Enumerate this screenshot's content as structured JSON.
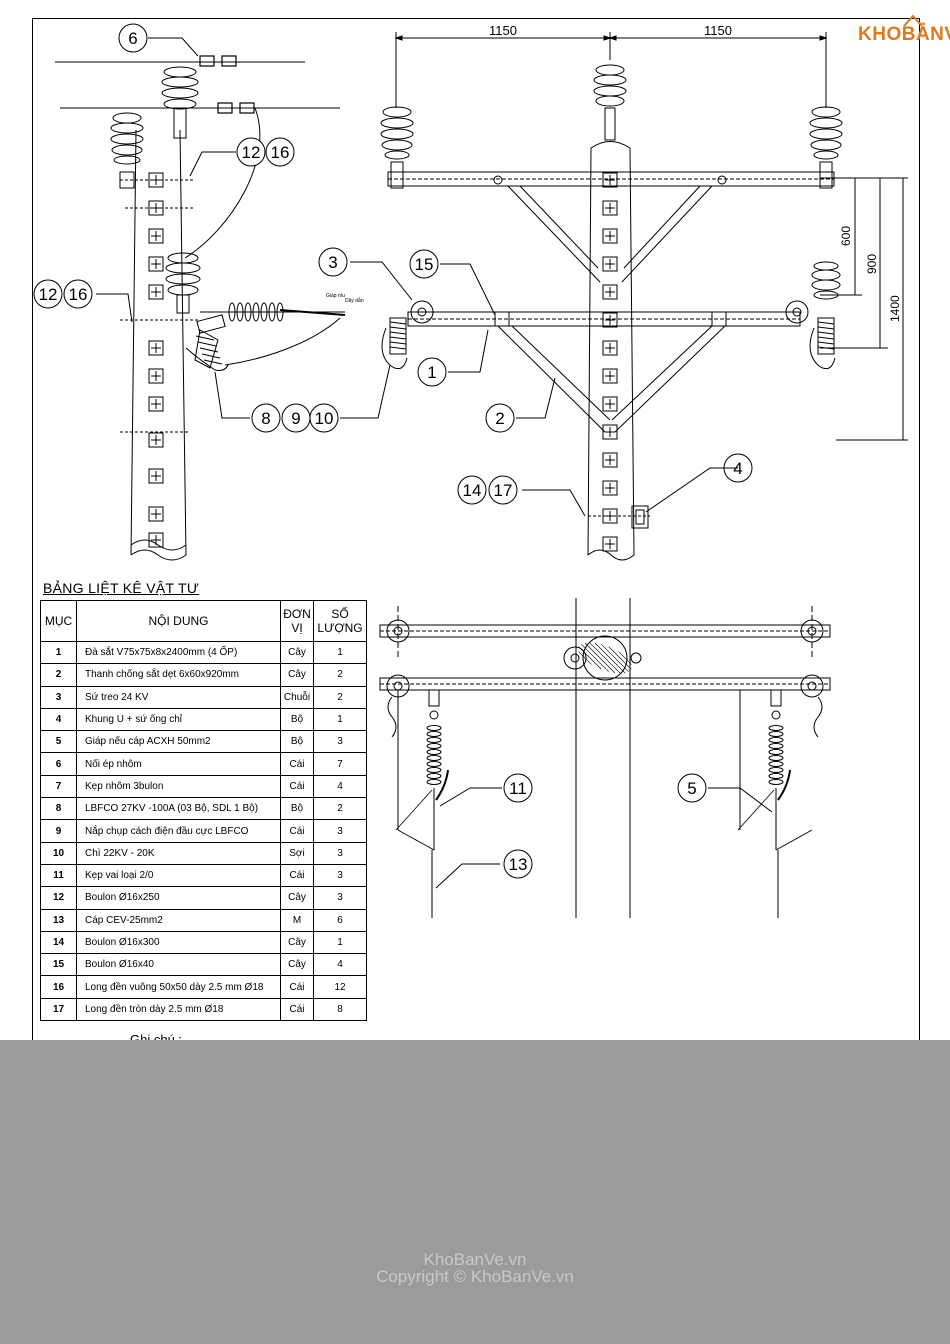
{
  "logo": {
    "text": "KHOBẢNVẼ"
  },
  "dimensions": {
    "top_left": "1150",
    "top_right": "1150",
    "v600": "600",
    "v900": "900",
    "v1400": "1400"
  },
  "callouts": {
    "c1": "1",
    "c2": "2",
    "c3": "3",
    "c4": "4",
    "c5": "5",
    "c6": "6",
    "c8": "8",
    "c9": "9",
    "c10": "10",
    "c11": "11",
    "c12": "12",
    "c13": "13",
    "c14": "14",
    "c15": "15",
    "c16": "16",
    "c17": "17"
  },
  "side_labels": {
    "label_a": "Giáp níu",
    "label_b": "Dây dẫn"
  },
  "table": {
    "title": "BẢNG LIỆT KÊ VẬT TƯ",
    "headers": {
      "muc": "MỤC",
      "noidung": "NỘI DUNG",
      "donvi": "ĐƠN VỊ",
      "soluong": "SỐ LƯỢNG"
    },
    "rows": [
      {
        "muc": "1",
        "noidung": "Đà sắt V75x75x8x2400mm (4 ỐP)",
        "donvi": "Cây",
        "soluong": "1"
      },
      {
        "muc": "2",
        "noidung": "Thanh chống sắt dẹt 6x60x920mm",
        "donvi": "Cây",
        "soluong": "2"
      },
      {
        "muc": "3",
        "noidung": "Sứ treo 24 KV",
        "donvi": "Chuỗi",
        "soluong": "2"
      },
      {
        "muc": "4",
        "noidung": "Khung U + sứ ống chỉ",
        "donvi": "Bộ",
        "soluong": "1"
      },
      {
        "muc": "5",
        "noidung": "Giáp nếu cáp ACXH 50mm2",
        "donvi": "Bộ",
        "soluong": "3"
      },
      {
        "muc": "6",
        "noidung": "Nối ép nhôm",
        "donvi": "Cái",
        "soluong": "7"
      },
      {
        "muc": "7",
        "noidung": "Kẹp nhôm 3bulon",
        "donvi": "Cái",
        "soluong": "4"
      },
      {
        "muc": "8",
        "noidung": "LBFCO 27KV -100A (03 Bộ, SDL 1 Bộ)",
        "donvi": "Bộ",
        "soluong": "2"
      },
      {
        "muc": "9",
        "noidung": "Nắp chụp cách điện đầu cực LBFCO",
        "donvi": "Cái",
        "soluong": "3"
      },
      {
        "muc": "10",
        "noidung": "Chì 22KV - 20K",
        "donvi": "Sợi",
        "soluong": "3"
      },
      {
        "muc": "11",
        "noidung": "Kẹp vai loại 2/0",
        "donvi": "Cái",
        "soluong": "3"
      },
      {
        "muc": "12",
        "noidung": "Boulon  Ø16x250",
        "donvi": "Cây",
        "soluong": "3"
      },
      {
        "muc": "13",
        "noidung": "Cáp CEV-25mm2",
        "donvi": "M",
        "soluong": "6"
      },
      {
        "muc": "14",
        "noidung": "Boulon  Ø16x300",
        "donvi": "Cây",
        "soluong": "1"
      },
      {
        "muc": "15",
        "noidung": "Boulon  Ø16x40",
        "donvi": "Cây",
        "soluong": "4"
      },
      {
        "muc": "16",
        "noidung": "Long đền vuông  50x50 dày 2.5 mm  Ø18",
        "donvi": "Cái",
        "soluong": "12"
      },
      {
        "muc": "17",
        "noidung": "Long đền tròn dày 2.5 mm  Ø18",
        "donvi": "Cái",
        "soluong": "8"
      }
    ]
  },
  "note": {
    "label": "Ghi chú :"
  },
  "watermark": {
    "line1": "KhoBanVe.vn",
    "line2": "Copyright © KhoBanVe.vn"
  }
}
